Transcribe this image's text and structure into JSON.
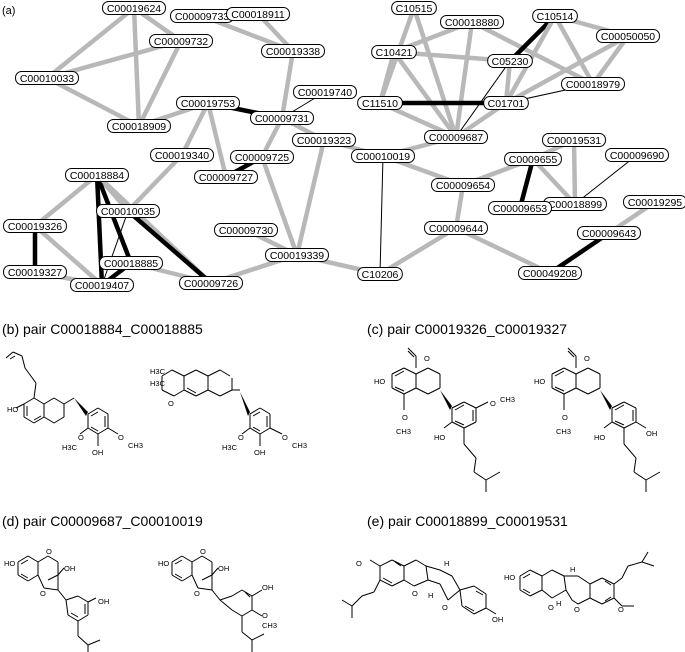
{
  "panel_a": {
    "label": "(a)"
  },
  "network": {
    "nodes": [
      {
        "id": "C00019624"
      },
      {
        "id": "C00009733"
      },
      {
        "id": "C00018911"
      },
      {
        "id": "C10515"
      },
      {
        "id": "C00018880"
      },
      {
        "id": "C10514"
      },
      {
        "id": "C00009732"
      },
      {
        "id": "C00019338"
      },
      {
        "id": "C10421"
      },
      {
        "id": "C00050050"
      },
      {
        "id": "C05230"
      },
      {
        "id": "C00010033"
      },
      {
        "id": "C00018979"
      },
      {
        "id": "C00019740"
      },
      {
        "id": "C11510"
      },
      {
        "id": "C01701"
      },
      {
        "id": "C00019753"
      },
      {
        "id": "C00009731"
      },
      {
        "id": "C00018909"
      },
      {
        "id": "C00009687"
      },
      {
        "id": "C00019323"
      },
      {
        "id": "C00019531"
      },
      {
        "id": "C00019340"
      },
      {
        "id": "C00009725"
      },
      {
        "id": "C00010019"
      },
      {
        "id": "C0009655"
      },
      {
        "id": "C00009690"
      },
      {
        "id": "C00009727"
      },
      {
        "id": "C00018884"
      },
      {
        "id": "C00009654"
      },
      {
        "id": "C00018899"
      },
      {
        "id": "C00010035"
      },
      {
        "id": "C00009653"
      },
      {
        "id": "C00019295"
      },
      {
        "id": "C00019326"
      },
      {
        "id": "C00009730"
      },
      {
        "id": "C00009644"
      },
      {
        "id": "C00009643"
      },
      {
        "id": "C00018885"
      },
      {
        "id": "C00019339"
      },
      {
        "id": "C00019327"
      },
      {
        "id": "C10206"
      },
      {
        "id": "C00049208"
      },
      {
        "id": "C00019407"
      },
      {
        "id": "C00009726"
      }
    ]
  },
  "panels": [
    {
      "label": "(b) pair C00018884_C00018885"
    },
    {
      "label": "(c) pair C00019326_C00019327"
    },
    {
      "label": "(d) pair C00009687_C00010019"
    },
    {
      "label": "(e) pair C00018899_C00019531"
    }
  ],
  "atoms": {
    "ho": "HO",
    "oh": "OH",
    "o": "O",
    "h": "H",
    "h3c": "H3C",
    "ch3": "CH3"
  }
}
